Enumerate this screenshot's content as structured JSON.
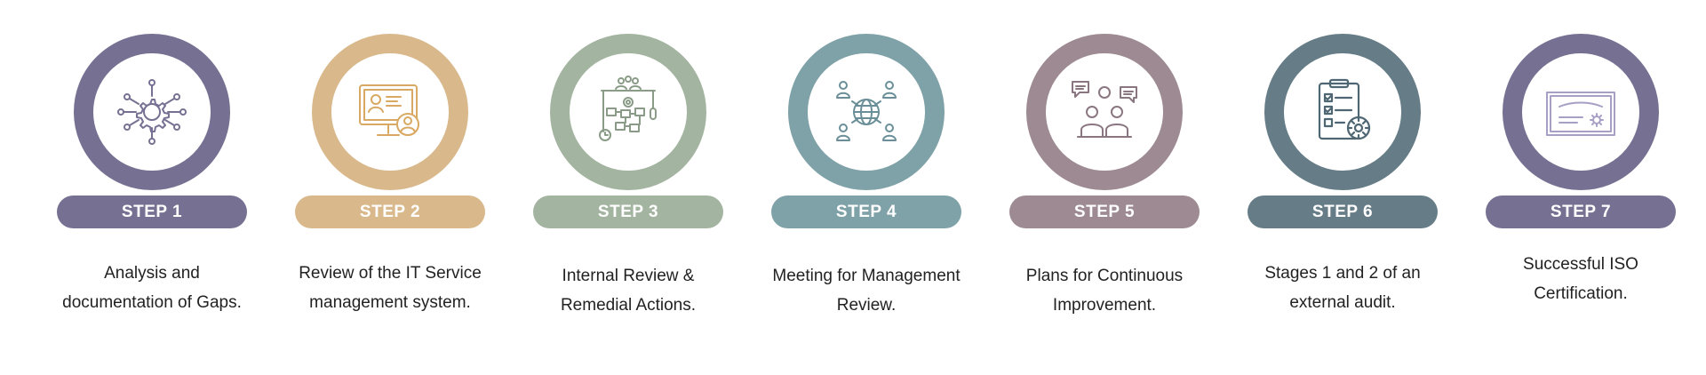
{
  "colors": {
    "step1": "#767192",
    "step2": "#d9b98c",
    "step3": "#a3b5a0",
    "step4": "#7fa1a8",
    "step5": "#9d8a92",
    "step6": "#667d88",
    "step7": "#767192"
  },
  "steps": [
    {
      "label": "STEP 1",
      "description": "Analysis and documentation of Gaps.",
      "icon": "gear-network-icon"
    },
    {
      "label": "STEP 2",
      "description": "Review of the IT Service management system.",
      "icon": "computer-user-icon"
    },
    {
      "label": "STEP 3",
      "description": "Internal Review & Remedial Actions.",
      "icon": "workflow-icon"
    },
    {
      "label": "STEP 4",
      "description": "Meeting for Management Review.",
      "icon": "global-team-icon"
    },
    {
      "label": "STEP 5",
      "description": "Plans for Continuous Improvement.",
      "icon": "discussion-icon"
    },
    {
      "label": "STEP 6",
      "description": "Stages 1 and 2 of an external audit.",
      "icon": "clipboard-gear-icon"
    },
    {
      "label": "STEP 7",
      "description": "Successful ISO Certification.",
      "icon": "certificate-icon"
    }
  ]
}
